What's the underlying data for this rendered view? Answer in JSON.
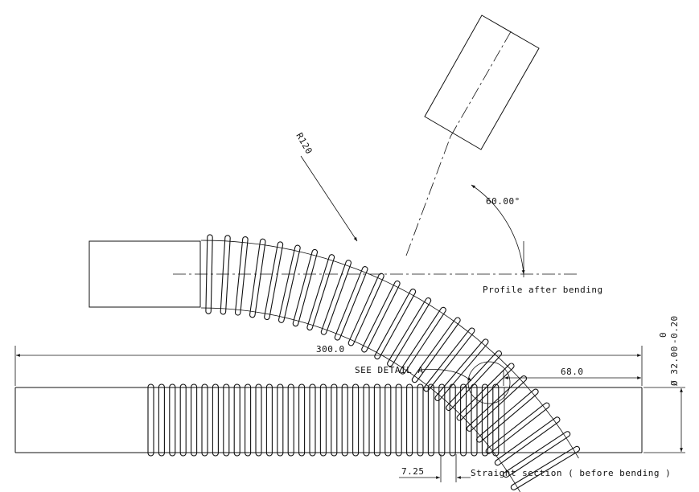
{
  "drawing": {
    "labels": {
      "radius": "R120",
      "angle": "60.00°",
      "profile_caption": "Profile after bending",
      "overall_length": "300.0",
      "detail_callout": "SEE DETAIL  A",
      "right_length": "68.0",
      "pitch": "7.25",
      "straight_caption": "Straight section ( before bending )",
      "diameter": "Ø 32.00",
      "tolerance_upper": "0",
      "tolerance_lower": "-0.20"
    },
    "colors": {
      "line": "#111111",
      "background": "#ffffff"
    }
  }
}
